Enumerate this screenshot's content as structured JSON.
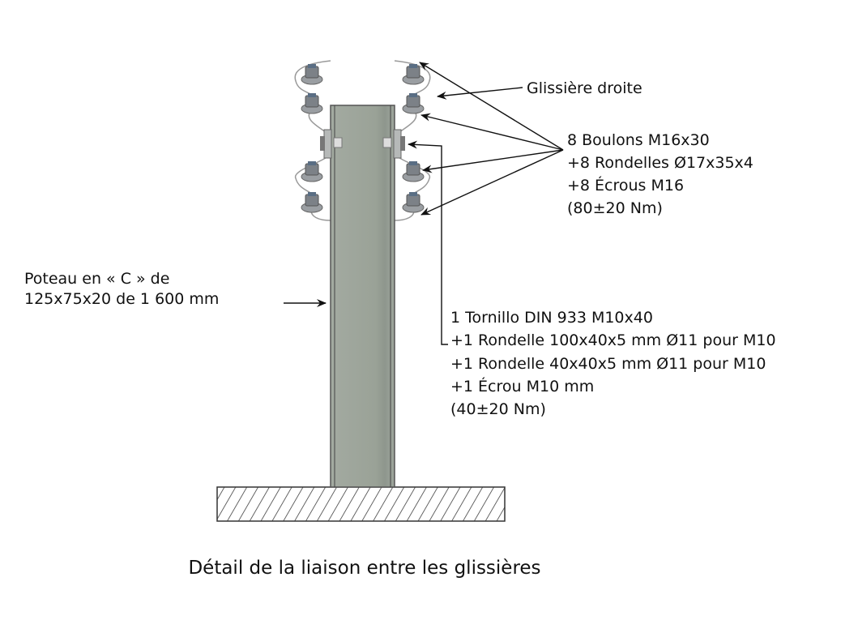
{
  "labels": {
    "glissiere": "Glissière droite",
    "boulons": [
      "8 Boulons M16x30",
      "+8 Rondelles Ø17x35x4",
      "+8 Écrous M16",
      "(80±20 Nm)"
    ],
    "poteau": [
      "Poteau en « C » de",
      "125x75x20 de 1  600 mm"
    ],
    "tornillo": [
      "1 Tornillo DIN 933 M10x40",
      "+1 Rondelle 100x40x5 mm Ø11 pour M10",
      "+1 Rondelle 40x40x5 mm Ø11 pour M10",
      "+1 Écrou M10 mm",
      "(40±20 Nm)"
    ]
  },
  "caption": "Détail de la liaison entre les glissières",
  "colors": {
    "post": "#9ea59c",
    "bolt": "#8a8f93",
    "line": "#111111"
  }
}
